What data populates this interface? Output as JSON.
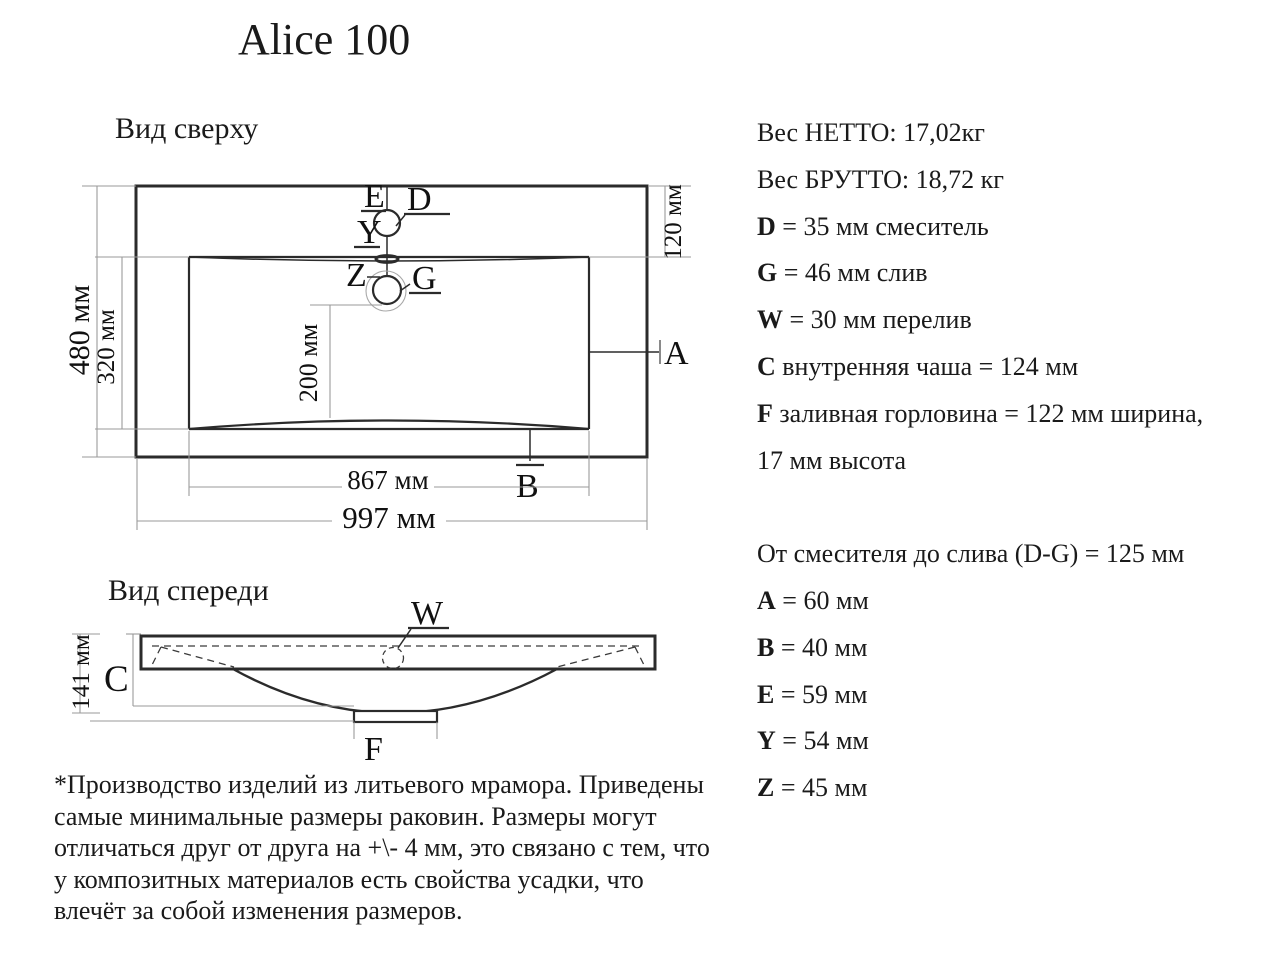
{
  "title": "Alice 100",
  "colors": {
    "text": "#1a1a1a",
    "line": "#2b2b2b",
    "helper_line": "#9a9a9a",
    "background": "#ffffff"
  },
  "top_view": {
    "heading": "Вид сверху",
    "dim_outer_width": "997 мм",
    "dim_bowl_width": "867 мм",
    "dim_outer_depth": "480 мм",
    "dim_bowl_depth": "320 мм",
    "dim_drain_offset": "200 мм",
    "dim_back_offset": "120 мм",
    "label_e": "E",
    "label_d": "D",
    "label_y": "Y",
    "label_z": "Z",
    "label_g": "G",
    "label_a": "A",
    "label_b": "B"
  },
  "front_view": {
    "heading": "Вид спереди",
    "dim_height": "141 мм",
    "label_w": "W",
    "label_c": "C",
    "label_f": "F"
  },
  "specs": [
    {
      "b": "",
      "t": "Вес НЕТТО: 17,02кг"
    },
    {
      "b": "",
      "t": "Вес БРУТТО: 18,72 кг"
    },
    {
      "b": "D",
      "t": " = 35 мм смеситель"
    },
    {
      "b": "G",
      "t": " = 46 мм слив"
    },
    {
      "b": "W",
      "t": " = 30 мм перелив"
    },
    {
      "b": "C",
      "t": " внутренняя чаша = 124 мм"
    },
    {
      "b": "F",
      "t": " заливная горловина = 122 мм ширина,"
    },
    {
      "b": "",
      "t": "17 мм высота"
    },
    {
      "b": "",
      "t": "От смесителя до слива (D-G) = 125 мм"
    },
    {
      "b": "A",
      "t": " = 60 мм"
    },
    {
      "b": "B",
      "t": " = 40 мм"
    },
    {
      "b": "E",
      "t": " = 59 мм"
    },
    {
      "b": "Y",
      "t": " = 54 мм"
    },
    {
      "b": "Z",
      "t": " = 45 мм"
    }
  ],
  "footnote": [
    "*Производство изделий из литьевого мрамора. Приведены",
    "самые минимальные размеры раковин. Размеры могут",
    "отличаться друг от друга на +\\- 4 мм, это связано с тем, что",
    "у композитных материалов есть свойства усадки, что",
    "влечёт за собой изменения размеров."
  ]
}
